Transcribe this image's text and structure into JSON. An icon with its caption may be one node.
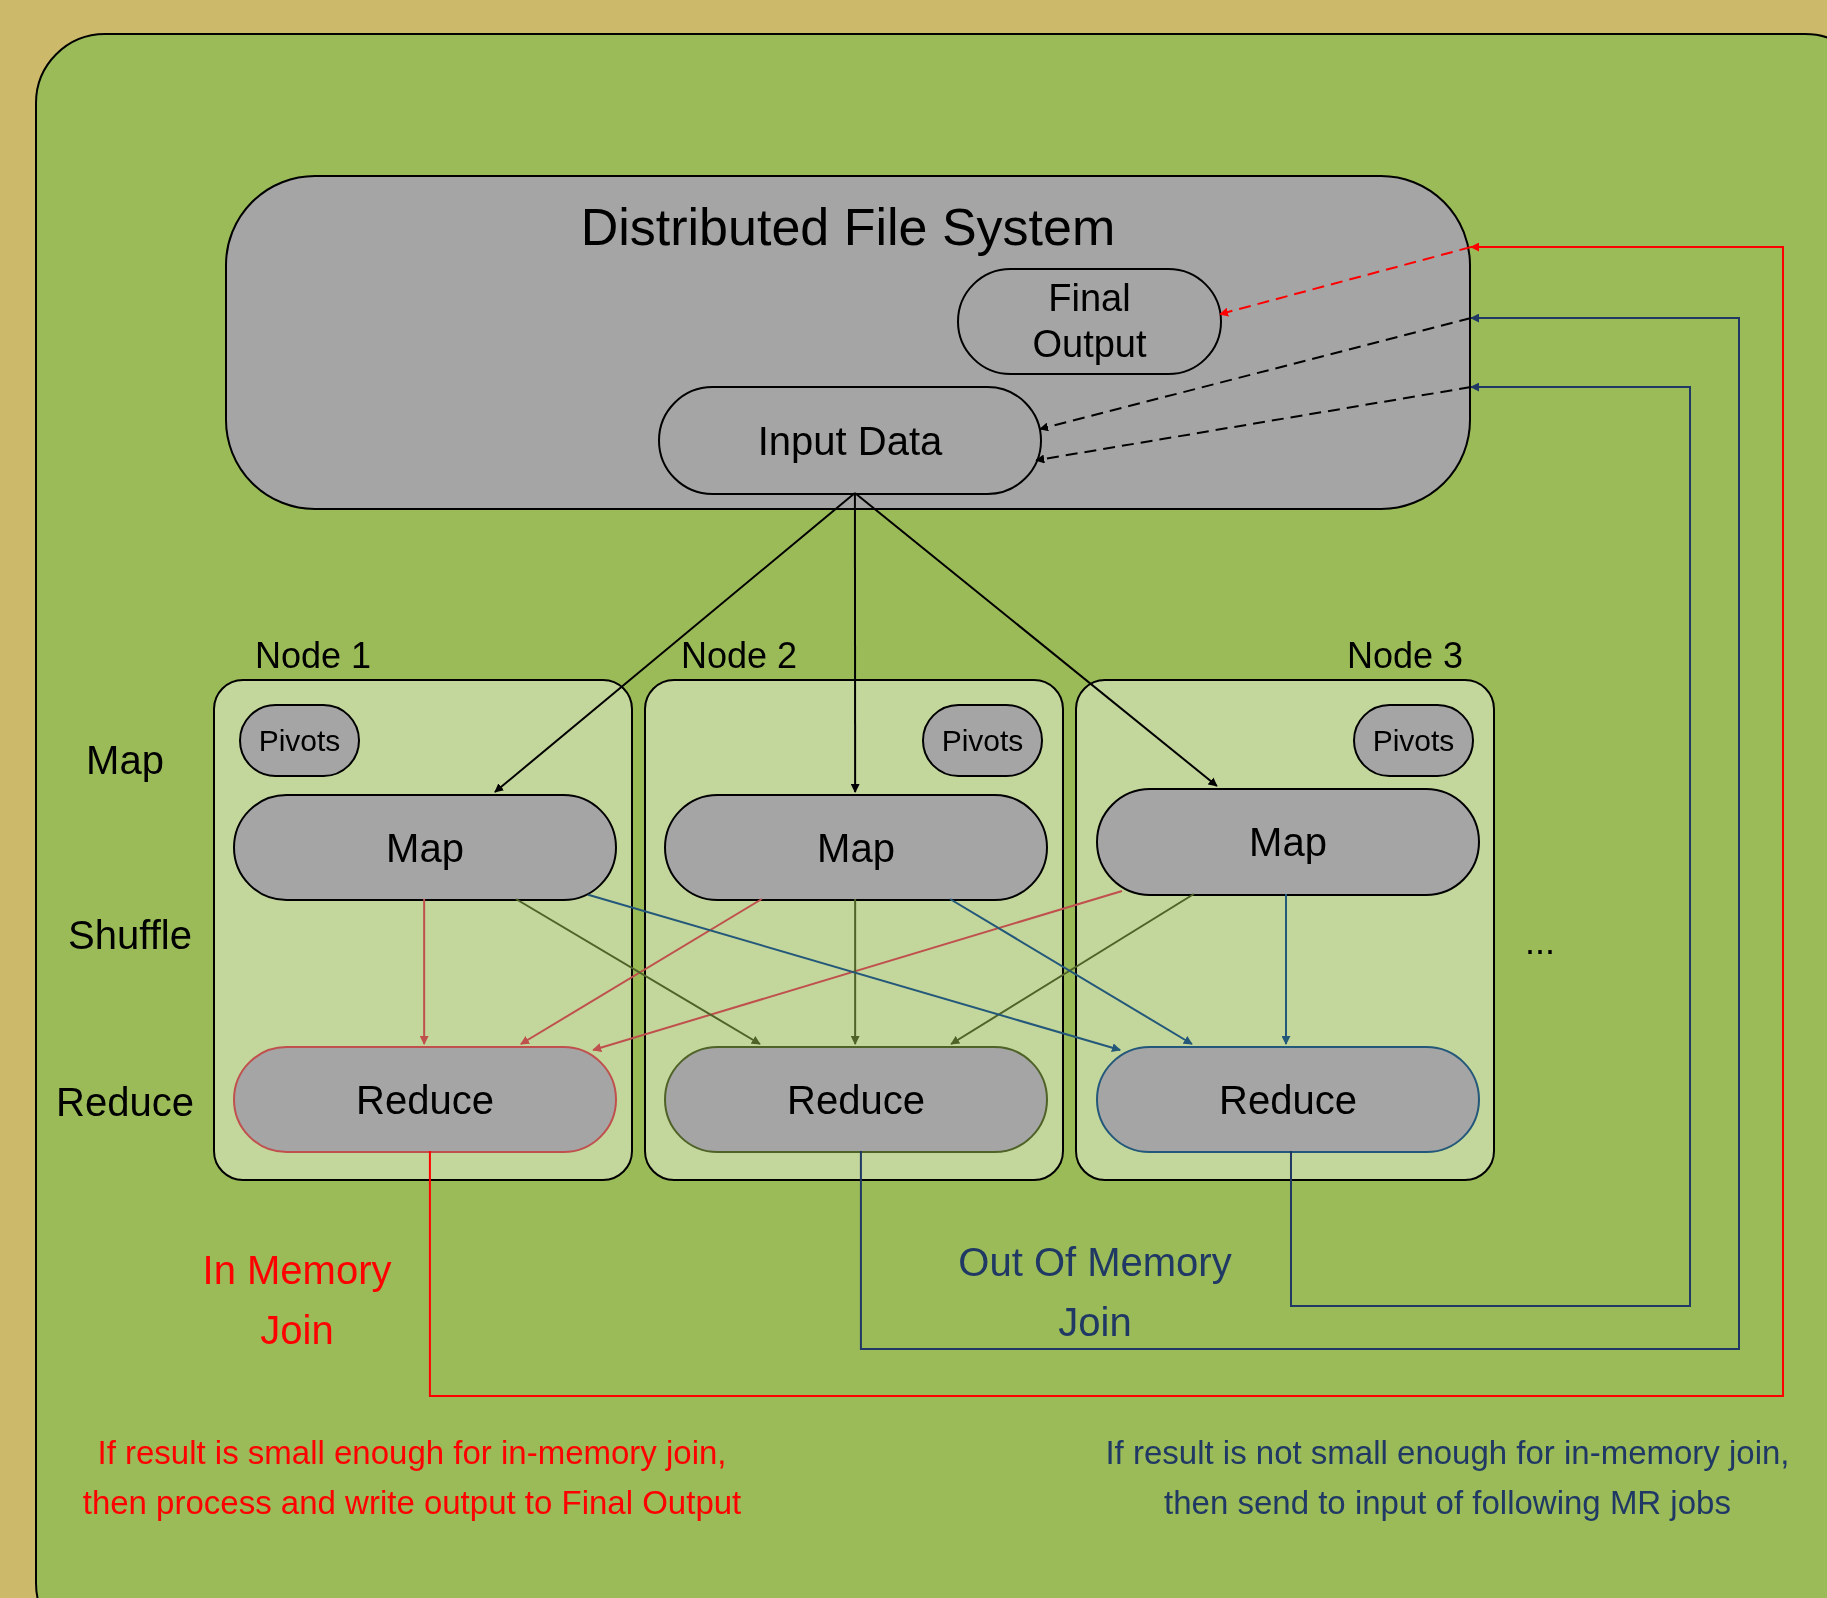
{
  "diagram": {
    "nodes": [
      {
        "text": [
          "Distributed File System"
        ]
      },
      {
        "text": [
          "Final Output"
        ],
        "in": 0
      },
      {
        "text": [
          "Input Data"
        ],
        "in": 0
      },
      {
        "text": [
          "Node 1"
        ]
      },
      {
        "text": [
          "Pivots"
        ],
        "in": 3
      },
      {
        "text": [
          "Map"
        ],
        "in": 3
      },
      {
        "text": [
          "Reduce"
        ],
        "in": 3
      },
      {
        "text": [
          "Node 2"
        ]
      },
      {
        "text": [
          "Pivots"
        ],
        "in": 7
      },
      {
        "text": [
          "Map"
        ],
        "in": 7
      },
      {
        "text": [
          "Reduce"
        ],
        "in": 7
      },
      {
        "text": [
          "Node 3"
        ]
      },
      {
        "text": [
          "Pivots"
        ],
        "in": 11
      },
      {
        "text": [
          "Map"
        ],
        "in": 11
      },
      {
        "text": [
          "Reduce"
        ],
        "in": 11
      }
    ],
    "edges": [
      {
        "from": 2,
        "to": 5,
        "arrow": "to"
      },
      {
        "from": 2,
        "to": 9,
        "arrow": "to"
      },
      {
        "from": 2,
        "to": 13,
        "arrow": "to"
      },
      {
        "from": 5,
        "to": 6,
        "arrow": "to",
        "color": "#c0504d"
      },
      {
        "from": 9,
        "to": 6,
        "arrow": "to",
        "color": "#c0504d"
      },
      {
        "from": 13,
        "to": 6,
        "arrow": "to",
        "color": "#c0504d"
      },
      {
        "from": 5,
        "to": 10,
        "arrow": "to",
        "color": "#4f6228"
      },
      {
        "from": 9,
        "to": 10,
        "arrow": "to",
        "color": "#4f6228"
      },
      {
        "from": 13,
        "to": 10,
        "arrow": "to",
        "color": "#4f6228"
      },
      {
        "from": 5,
        "to": 14,
        "arrow": "to",
        "color": "#23587a"
      },
      {
        "from": 9,
        "to": 14,
        "arrow": "to",
        "color": "#23587a"
      },
      {
        "from": 13,
        "to": 14,
        "arrow": "to",
        "color": "#23587a"
      },
      {
        "from": 6,
        "to": 0,
        "arrow": "to",
        "color": "#ff0000"
      },
      {
        "from": 0,
        "to": 1,
        "arrow": "to",
        "style": "dashed",
        "color": "#ff0000"
      },
      {
        "from": 10,
        "to": 0,
        "arrow": "to",
        "color": "#1f3864"
      },
      {
        "from": 0,
        "to": 2,
        "arrow": "to",
        "style": "dashed"
      },
      {
        "from": 14,
        "to": 0,
        "arrow": "to",
        "color": "#1f3864"
      },
      {
        "from": 0,
        "to": 2,
        "arrow": "to",
        "style": "dashed"
      }
    ],
    "labels": [
      "Map",
      "Shuffle",
      "Reduce",
      "...",
      "In Memory Join",
      "Out Of Memory Join",
      "If result is small enough for in-memory join, then process and write output to Final Output",
      "If result is not small enough for in-memory join, then send to input of following MR jobs"
    ]
  }
}
